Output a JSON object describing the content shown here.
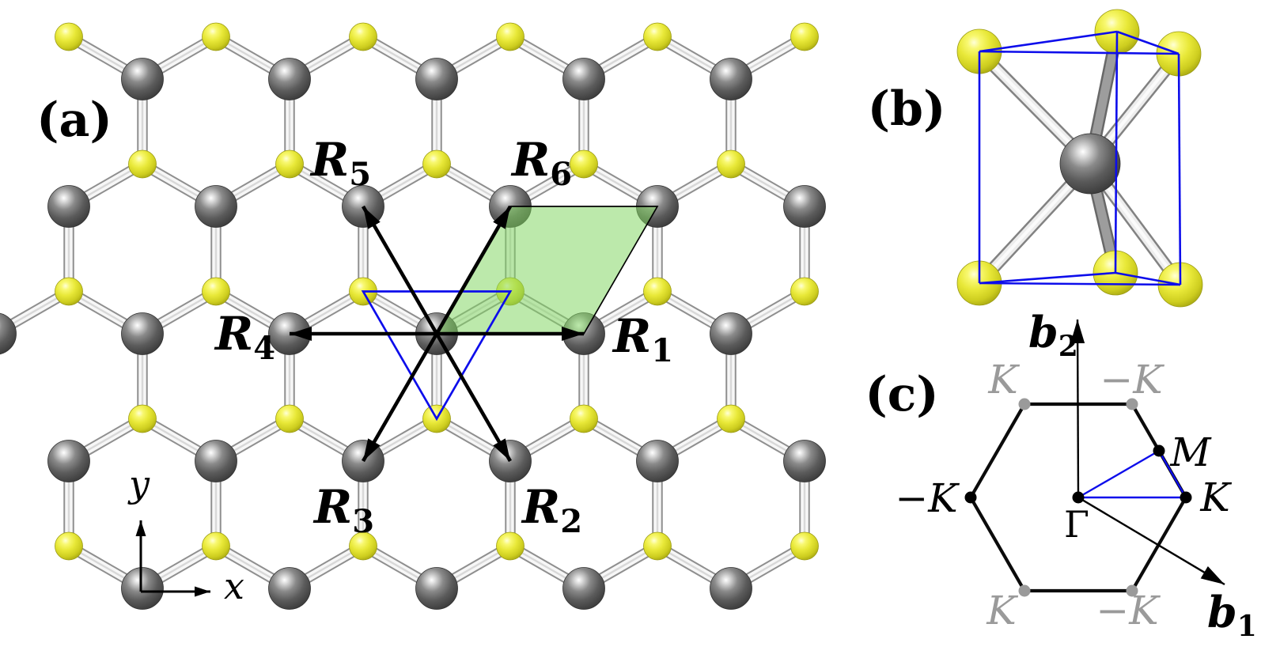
{
  "figure": {
    "panel_labels": {
      "a": "(a)",
      "b": "(b)",
      "c": "(c)"
    }
  },
  "panel_a": {
    "vector_labels": [
      {
        "base": "R",
        "sub": "1"
      },
      {
        "base": "R",
        "sub": "2"
      },
      {
        "base": "R",
        "sub": "3"
      },
      {
        "base": "R",
        "sub": "4"
      },
      {
        "base": "R",
        "sub": "5"
      },
      {
        "base": "R",
        "sub": "6"
      }
    ],
    "axis_labels": {
      "x": "x",
      "y": "y"
    }
  },
  "panel_c": {
    "point_labels": {
      "gamma": "Γ",
      "m": "M",
      "k_right": "K",
      "minus_k_left": "−K",
      "k_top_left": "K",
      "minus_k_top_right": "−K",
      "k_bottom_left": "K",
      "minus_k_bottom_right": "−K"
    },
    "axis_labels": [
      {
        "base": "b",
        "sub": "1"
      },
      {
        "base": "b",
        "sub": "2"
      }
    ]
  },
  "colors": {
    "gray_atom": "#6a6a6a",
    "yellow_atom": "#e6e62e",
    "bond_edge": "#8f8f8f",
    "bond_fill": "#f7f7f7",
    "unit_cell_green": "#80d661",
    "blue": "#0d0deb",
    "black": "#000000",
    "gray_label": "#9a9a9a"
  }
}
